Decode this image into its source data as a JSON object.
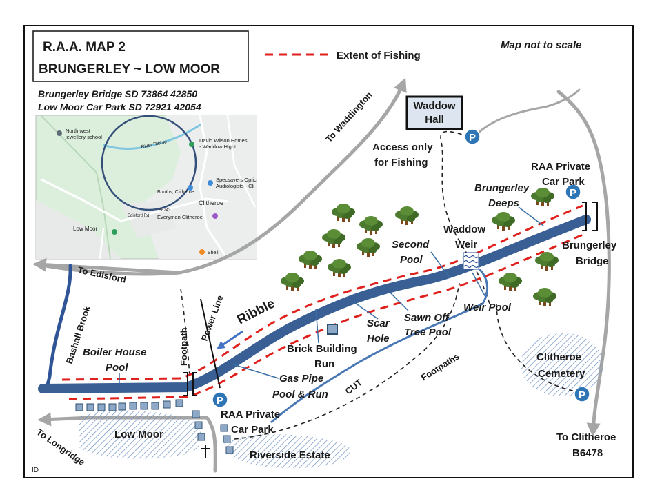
{
  "title": {
    "line1": "R.A.A. MAP 2",
    "line2": "BRUNGERLEY ~ LOW MOOR"
  },
  "scale_note": "Map not to scale",
  "legend": {
    "label": "Extent of Fishing",
    "color": "#e0201c"
  },
  "grid_refs": {
    "line1": "Brungerley Bridge  SD 73864 42850",
    "line2": "Low Moor Car Park  SD 72921 42054"
  },
  "inset_map": {
    "labels": {
      "north_west_jewellery": "North west",
      "north_west_jewellery_2": "jewellery school",
      "david_wilson_1": "David Wilson Homes",
      "david_wilson_2": "- Waddow Hight",
      "specsavers_1": "Specsavers Optic",
      "specsavers_2": "Audiologists - Cli",
      "booths": "Booths, Clitheroe",
      "clitheroe": "Clitheroe",
      "everyman": "Everyman Clitheroe",
      "low_moor": "Low Moor",
      "edisford_rd": "Edisford Rd",
      "b6243": "B6243",
      "shell": "Shell",
      "river_ribble": "River Ribble"
    },
    "colors": {
      "land": "#dcefdc",
      "urban": "#eef0f0",
      "water": "#7fc5e0",
      "circle": "#34507a",
      "poi_blue": "#3d8bd9",
      "poi_purple": "#9a58c9",
      "poi_orange": "#f08a24",
      "poi_green": "#2e9e5a"
    }
  },
  "labels": {
    "waddow_hall_1": "Waddow",
    "waddow_hall_2": "Hall",
    "to_waddington": "To Waddington",
    "access_only_1": "Access only",
    "access_only_2": "for Fishing",
    "raa_private_1": "RAA Private",
    "raa_private_2": "Car Park",
    "brungerley_deeps_1": "Brungerley",
    "brungerley_deeps_2": "Deeps",
    "waddow_weir_1": "Waddow",
    "waddow_weir_2": "Weir",
    "second_pool_1": "Second",
    "second_pool_2": "Pool",
    "brungerley_bridge_1": "Brungerley",
    "brungerley_bridge_2": "Bridge",
    "weir_pool": "Weir Pool",
    "to_edisford": "To Edisford",
    "ribble": "Ribble",
    "power_line": "Power Line",
    "footpath": "Footpath",
    "bashall_brook": "Bashall Brook",
    "scar_hole_1": "Scar",
    "scar_hole_2": "Hole",
    "sawn_off_1": "Sawn Off",
    "sawn_off_2": "Tree Pool",
    "brick_building_1": "Brick Building",
    "brick_building_2": "Run",
    "boiler_house_1": "Boiler House",
    "boiler_house_2": "Pool",
    "gas_pipe_1": "Gas Pipe",
    "gas_pipe_2": "Pool & Run",
    "cut": "CUT",
    "footpaths": "Footpaths",
    "clitheroe_cemetery_1": "Clitheroe",
    "clitheroe_cemetery_2": "Cemetery",
    "raa_private_low_1": "RAA Private",
    "raa_private_low_2": "Car Park",
    "low_moor": "Low Moor",
    "riverside_estate": "Riverside Estate",
    "to_clitheroe_1": "To Clitheroe",
    "to_clitheroe_2": "B6478",
    "to_longridge": "To Longridge",
    "parking_symbol": "P",
    "author_initials": "ID"
  },
  "colors": {
    "river": "#2f5597",
    "river_fill": "#3a5f95",
    "road": "#a6a6a6",
    "parking": "#2e75b6",
    "tree_canopy": "#4c7a2e",
    "tree_trunk": "#7a4a1e",
    "hatch": "#4a78b5"
  }
}
